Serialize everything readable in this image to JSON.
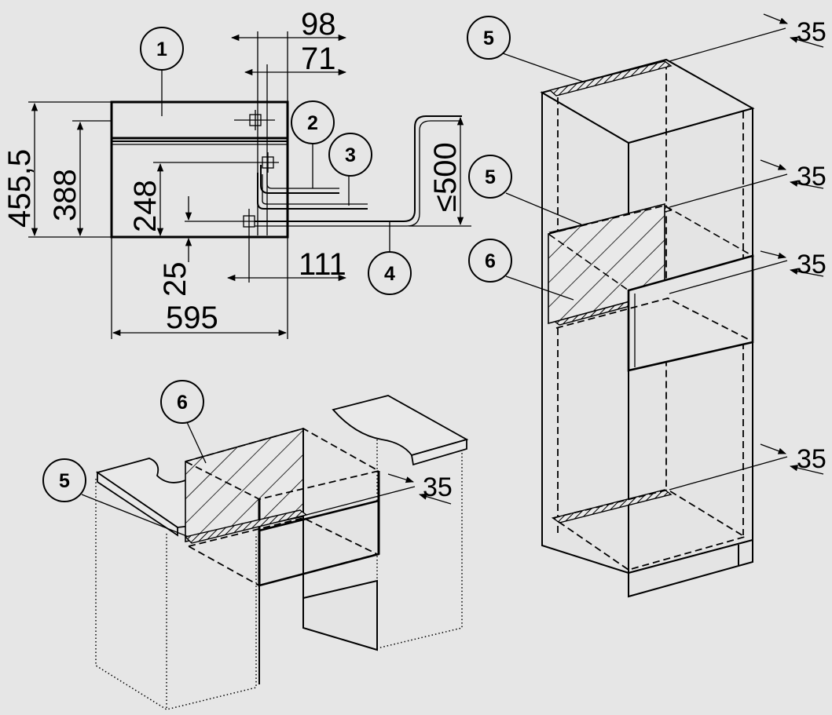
{
  "callouts": {
    "c1": "1",
    "c2": "2",
    "c3": "3",
    "c4": "4",
    "c5": "5",
    "c6": "6"
  },
  "dimensions": {
    "front_height_total": "455,5",
    "front_height_door": "388",
    "front_height_connection": "248",
    "front_bottom_offset": "25",
    "front_width": "595",
    "offset_111": "111",
    "offset_98": "98",
    "offset_71": "71",
    "cable_max": "≤500",
    "vent_gap": "35"
  }
}
